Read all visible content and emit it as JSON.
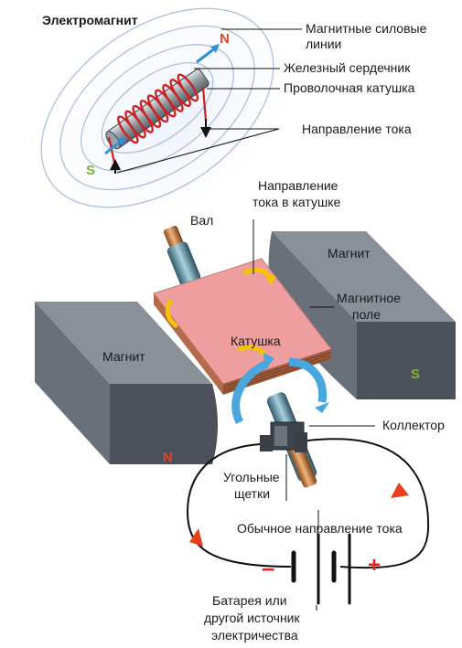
{
  "title": "Электромагнит",
  "labels": {
    "field_lines_1": "Магнитные силовые",
    "field_lines_2": "линии",
    "iron_core": "Железный сердечник",
    "wire_coil": "Проволочная катушка",
    "current_dir": "Направление тока",
    "coil_current_1": "Направление",
    "coil_current_2": "тока в катушке",
    "shaft": "Вал",
    "magnet_right": "Магнит",
    "magnetic_field_1": "Магнитное",
    "magnetic_field_2": "поле",
    "magnet_left": "Магнит",
    "coil": "Катушка",
    "commutator": "Коллектор",
    "brushes_1": "Угольные",
    "brushes_2": "щетки",
    "conventional_current": "Обычное направление тока",
    "battery_1": "Батарея или",
    "battery_2": "другой источник",
    "battery_3": "электричества"
  },
  "poles": {
    "em_north": "N",
    "em_south": "S",
    "magnet_north": "N",
    "magnet_south": "S"
  },
  "battery_signs": {
    "minus": "–",
    "plus": "+"
  },
  "colors": {
    "north": "#e0452a",
    "south": "#7fb63a",
    "coil_wire": "#cc2222",
    "current_arrow": "#e8401a",
    "rotation": "#4aa6de",
    "magnet_face": "#4b505a"
  }
}
